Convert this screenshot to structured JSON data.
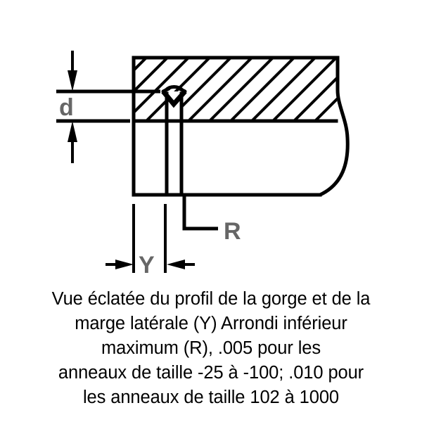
{
  "figure": {
    "type": "technical-cross-section-drawing",
    "description": "Exploded view of groove profile and side margin",
    "line_color": "#000000",
    "label_color": "#666666",
    "background_color": "#ffffff"
  },
  "drawing": {
    "labels": {
      "depth": "d",
      "radius": "R",
      "side_margin": "Y"
    },
    "dimension_names": {
      "depth": "groove-depth-dimension",
      "radius": "bottom-radius-callout",
      "side_margin": "side-margin-dimension"
    }
  },
  "caption": {
    "lines": [
      "Vue éclatée du profil de la gorge et de la",
      "marge latérale (Y) Arrondi inférieur",
      "maximum (R), .005 pour les",
      "anneaux de taille -25 à -100; .010 pour",
      "les anneaux de taille 102 à 1000"
    ],
    "line1": "Vue éclatée du profil de la gorge et de la",
    "line2": "marge latérale (Y) Arrondi inférieur",
    "line3": "maximum (R), .005 pour les",
    "line4": "anneaux de taille -25 à -100; .010 pour",
    "line5": "les anneaux de taille 102 à 1000"
  }
}
